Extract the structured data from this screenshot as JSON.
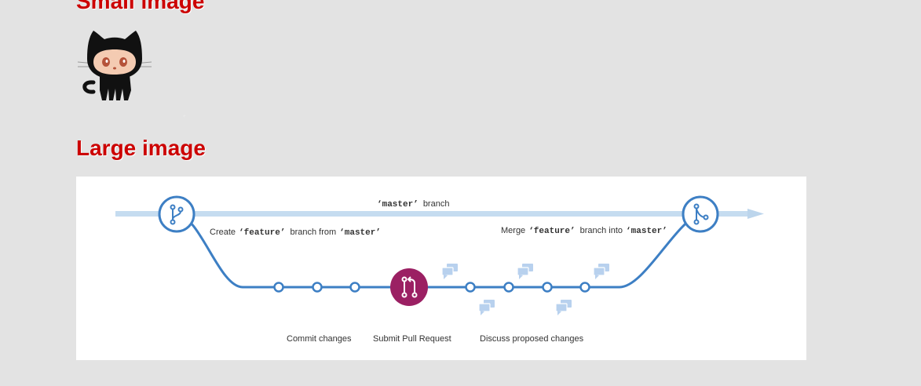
{
  "headings": {
    "small": "Small image",
    "large": "Large image"
  },
  "small_image": {
    "icon": "octocat-icon"
  },
  "flow": {
    "master_label": {
      "code": "‘master’",
      "text": "branch"
    },
    "create_label": {
      "prefix": "Create",
      "feature": "‘feature’",
      "middle": "branch from",
      "master": "‘master’"
    },
    "merge_label": {
      "prefix": "Merge",
      "feature": "‘feature’",
      "middle": "branch into",
      "master": "‘master’"
    },
    "commit_label": "Commit changes",
    "pr_label": "Submit Pull Request",
    "discuss_label": "Discuss proposed changes",
    "colors": {
      "master_line": "#c5dcf0",
      "feature_line": "#3d7fc4",
      "pull_request": "#9b2063",
      "comment": "#b8d1ee"
    }
  }
}
